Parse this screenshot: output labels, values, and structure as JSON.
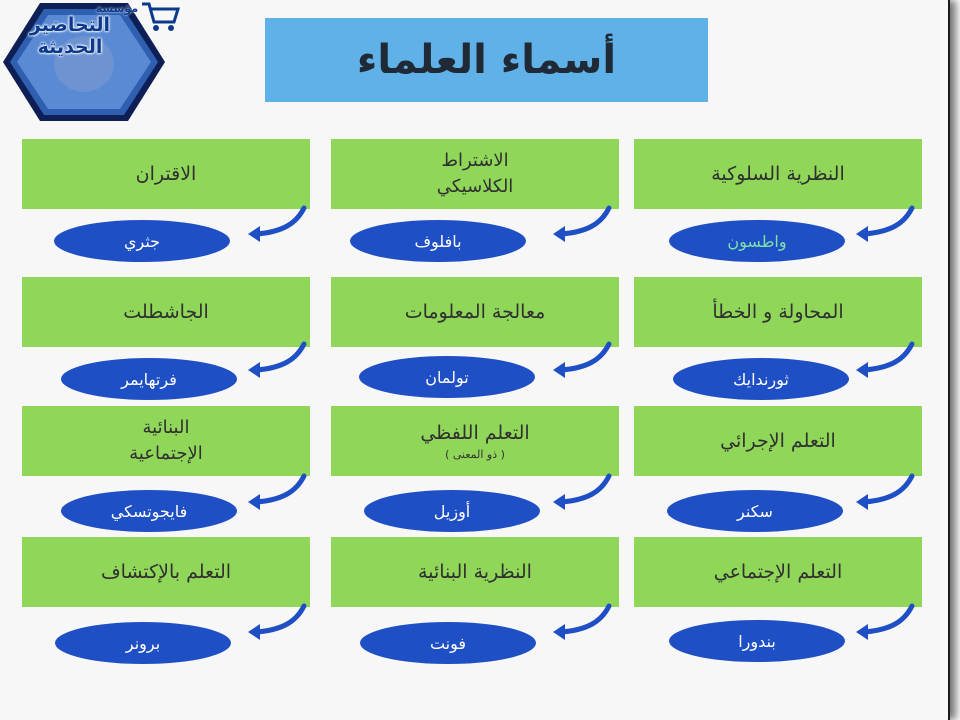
{
  "logo": {
    "name": "التحاضير الحديثة",
    "prefix": "مؤسسة",
    "icon": "cart-icon"
  },
  "title": "أسماء العلماء",
  "colors": {
    "title_bg": "#5fb1e8",
    "card_bg": "#8fd659",
    "oval_bg": "#1f4fc4",
    "arrow": "#1f4fc4"
  },
  "rows": [
    [
      {
        "theory": "النظرية السلوكية",
        "scientist": "واطسون",
        "scientist_color": "light"
      },
      {
        "theory": "الاشتراط الكلاسيكي",
        "theory_lines": [
          "الاشتراط",
          "الكلاسيكي"
        ],
        "scientist": "بافلوف"
      },
      {
        "theory": "الاقتران",
        "scientist": "جثري"
      }
    ],
    [
      {
        "theory": "المحاولة و الخطأ",
        "scientist": "ثورندايك"
      },
      {
        "theory": "معالجة المعلومات",
        "scientist": "تولمان"
      },
      {
        "theory": "الجاشطلت",
        "scientist": "فرتهايمر"
      }
    ],
    [
      {
        "theory": "التعلم الإجرائي",
        "scientist": "سكنر"
      },
      {
        "theory": "التعلم اللفظي",
        "subtitle": "( ذو المعنى )",
        "scientist": "أوزيل"
      },
      {
        "theory": "البنائية الإجتماعية",
        "theory_lines": [
          "البنائية",
          "الإجتماعية"
        ],
        "scientist": "فايجوتسكي"
      }
    ],
    [
      {
        "theory": "التعلم الإجتماعي",
        "scientist": "بندورا"
      },
      {
        "theory": "النظرية البنائية",
        "scientist": "فونت"
      },
      {
        "theory": "التعلم بالإكتشاف",
        "scientist": "برونر"
      }
    ]
  ]
}
